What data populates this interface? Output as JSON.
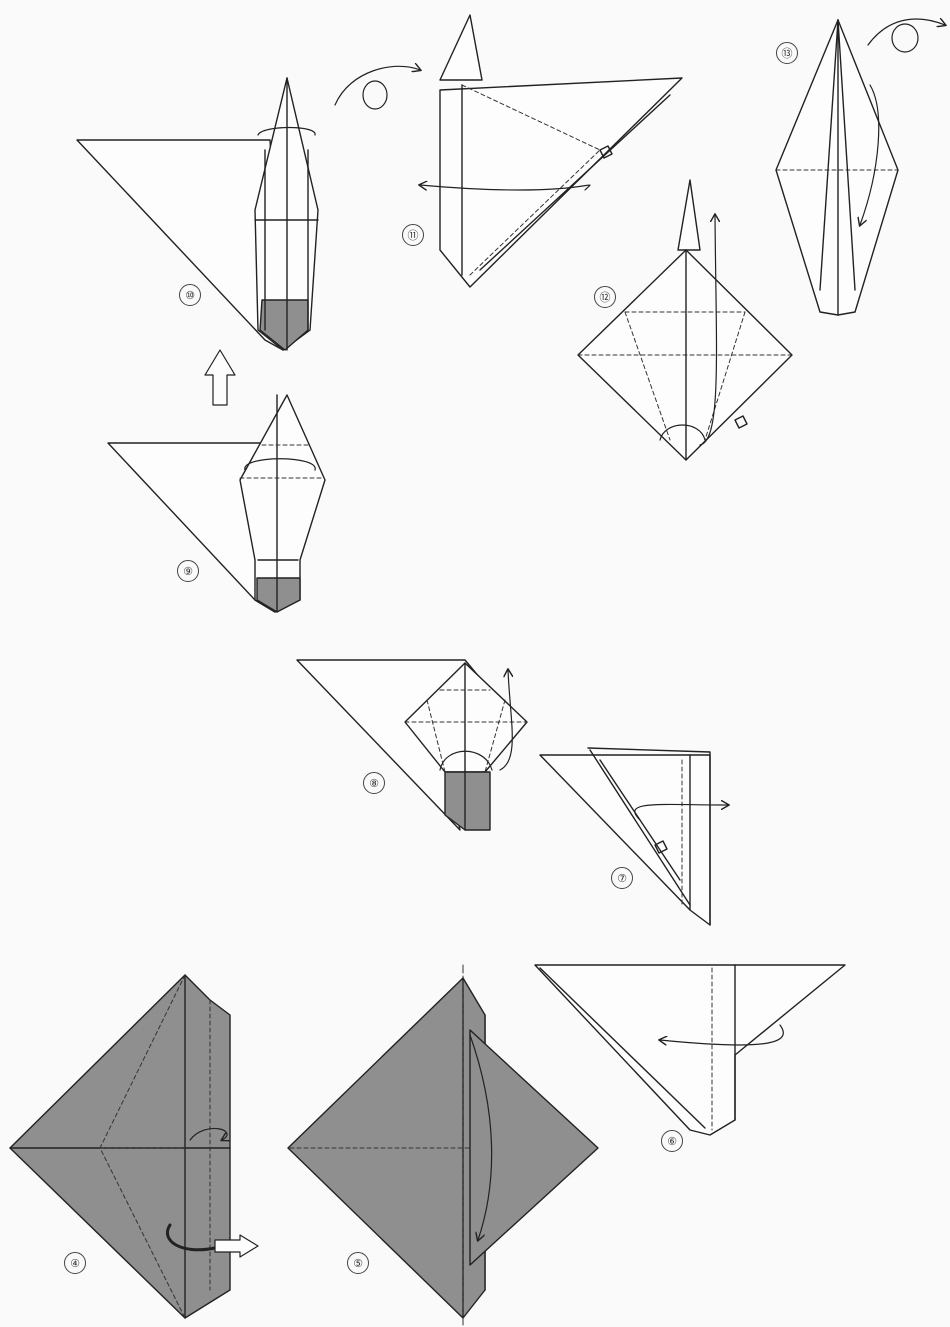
{
  "diagram": {
    "steps": [
      {
        "id": "step-4",
        "label": "④"
      },
      {
        "id": "step-5",
        "label": "⑤"
      },
      {
        "id": "step-6",
        "label": "⑥"
      },
      {
        "id": "step-7",
        "label": "⑦"
      },
      {
        "id": "step-8",
        "label": "⑧"
      },
      {
        "id": "step-9",
        "label": "⑨"
      },
      {
        "id": "step-10",
        "label": "⑩"
      },
      {
        "id": "step-11",
        "label": "⑪"
      },
      {
        "id": "step-12",
        "label": "⑫"
      },
      {
        "id": "step-13",
        "label": "⑬"
      }
    ],
    "colors": {
      "paper_colored": "#8f8f8f",
      "paper_white": "#fdfdfd",
      "line": "#222222",
      "background": "#fafafa"
    }
  }
}
